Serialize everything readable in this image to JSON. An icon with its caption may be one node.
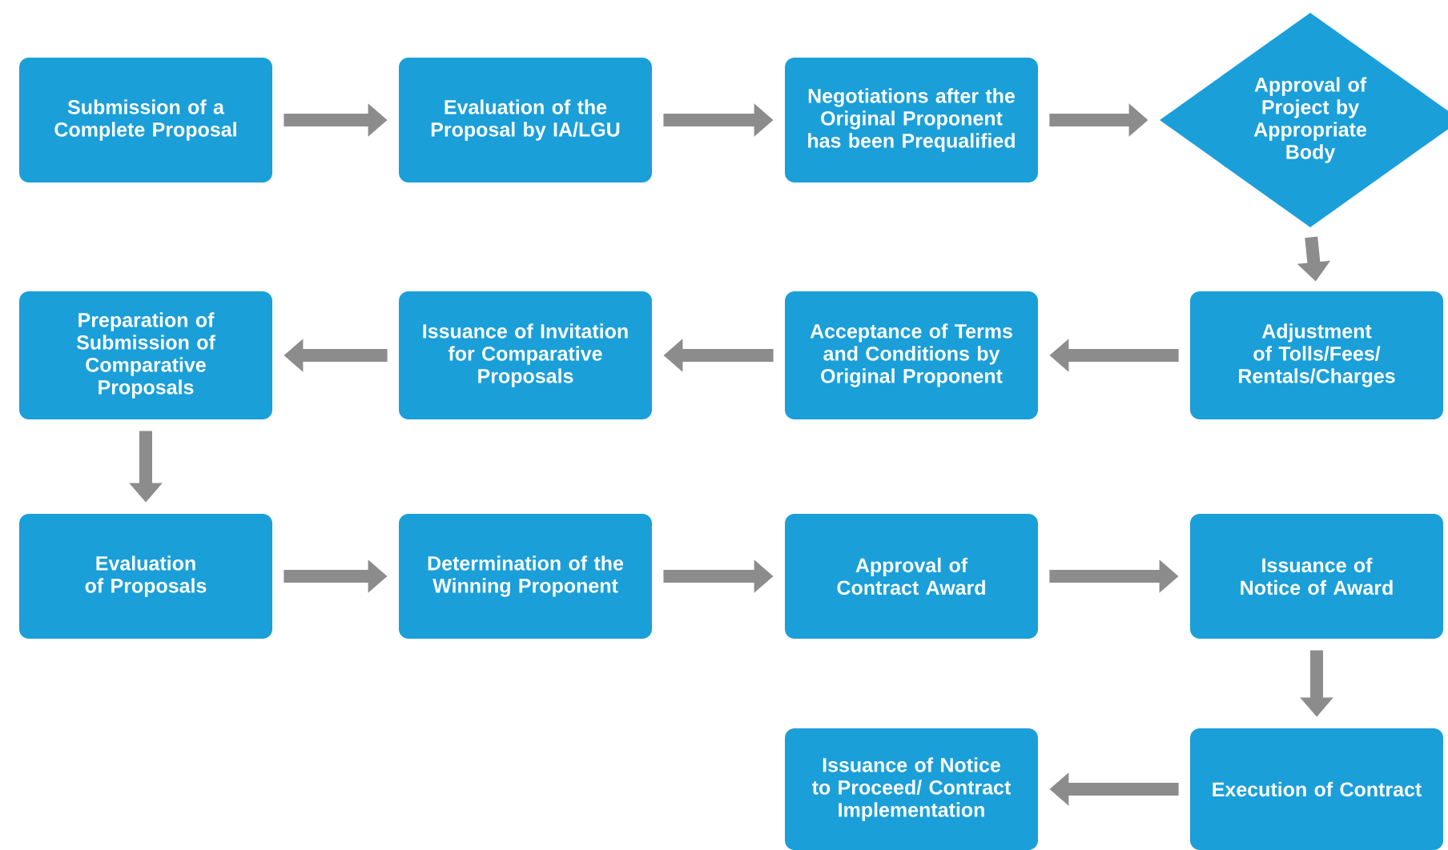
{
  "diagram": {
    "nodes": [
      {
        "text": [
          "Submission of a Complete Proposal"
        ]
      },
      {
        "text": [
          "Evaluation of the Proposal by IA/LGU"
        ]
      },
      {
        "text": [
          "Negotiations after the Original Proponent has been Prequalified"
        ]
      },
      {
        "text": [
          "Approval of Project by Appropriate Body"
        ]
      },
      {
        "text": [
          "Preparation of Submission of Comparative Proposals"
        ]
      },
      {
        "text": [
          "Issuance of Invitation for Comparative Proposals"
        ]
      },
      {
        "text": [
          "Acceptance of Terms and Conditions by Original Proponent"
        ]
      },
      {
        "text": [
          "Adjustment of Tolls/Fees/ Rentals/Charges"
        ]
      },
      {
        "text": [
          "Evaluation of Proposals"
        ]
      },
      {
        "text": [
          "Determination of the Winning Proponent"
        ]
      },
      {
        "text": [
          "Approval of Contract Award"
        ]
      },
      {
        "text": [
          "Issuance of Notice of Award"
        ]
      },
      {
        "text": [
          "Issuance of Notice to Proceed/ Contract Implementation"
        ]
      },
      {
        "text": [
          "Execution of Contract"
        ]
      }
    ],
    "edges": [
      {
        "from": 0,
        "to": 1,
        "arrow": "to"
      },
      {
        "from": 1,
        "to": 2,
        "arrow": "to"
      },
      {
        "from": 2,
        "to": 3,
        "arrow": "to"
      },
      {
        "from": 3,
        "to": 7,
        "arrow": "to"
      },
      {
        "from": 7,
        "to": 6,
        "arrow": "to"
      },
      {
        "from": 6,
        "to": 5,
        "arrow": "to"
      },
      {
        "from": 5,
        "to": 4,
        "arrow": "to"
      },
      {
        "from": 4,
        "to": 8,
        "arrow": "to"
      },
      {
        "from": 8,
        "to": 9,
        "arrow": "to"
      },
      {
        "from": 9,
        "to": 10,
        "arrow": "to"
      },
      {
        "from": 10,
        "to": 11,
        "arrow": "to"
      },
      {
        "from": 11,
        "to": 13,
        "arrow": "to"
      },
      {
        "from": 13,
        "to": 12,
        "arrow": "to"
      }
    ]
  }
}
